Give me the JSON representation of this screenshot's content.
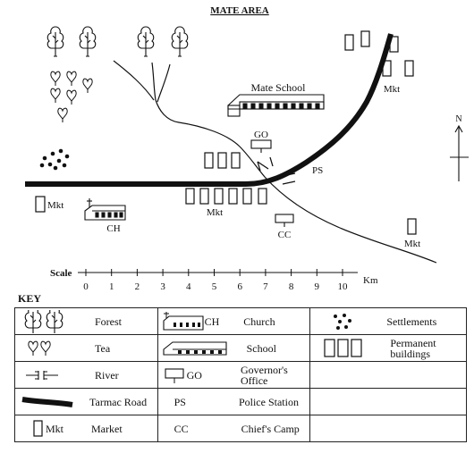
{
  "map": {
    "title": "MATE AREA",
    "labels": {
      "mate_school": "Mate School",
      "go": "GO",
      "ps": "PS",
      "cc": "CC",
      "ch": "CH",
      "mkt_left": "Mkt",
      "mkt_center": "Mkt",
      "mkt_top_right": "Mkt",
      "mkt_bottom_right": "Mkt"
    },
    "north": "N",
    "scale": {
      "label": "Scale",
      "ticks": [
        "0",
        "1",
        "2",
        "3",
        "4",
        "5",
        "6",
        "7",
        "8",
        "9",
        "10"
      ],
      "unit": "Km"
    }
  },
  "key": {
    "heading": "KEY",
    "rows": [
      [
        {
          "icon": "forest-icon",
          "label": "Forest"
        },
        {
          "icon": "church-icon",
          "abbr": "CH",
          "label": "Church"
        },
        {
          "icon": "settlements-icon",
          "label": "Settlements"
        }
      ],
      [
        {
          "icon": "tea-icon",
          "label": "Tea"
        },
        {
          "icon": "school-icon",
          "label": "School"
        },
        {
          "icon": "permanent-buildings-icon",
          "label": "Permanent buildings"
        }
      ],
      [
        {
          "icon": "river-icon",
          "label": "River"
        },
        {
          "icon": "governors-office-icon",
          "abbr": "GO",
          "label": "Governor's Office"
        },
        {
          "label": ""
        }
      ],
      [
        {
          "icon": "tarmac-road-icon",
          "label": "Tarmac Road"
        },
        {
          "abbr": "PS",
          "label": "Police Station"
        },
        {
          "label": ""
        }
      ],
      [
        {
          "icon": "market-icon",
          "abbr": "Mkt",
          "label": "Market"
        },
        {
          "abbr": "CC",
          "label": "Chief's Camp"
        },
        {
          "label": ""
        }
      ]
    ]
  }
}
